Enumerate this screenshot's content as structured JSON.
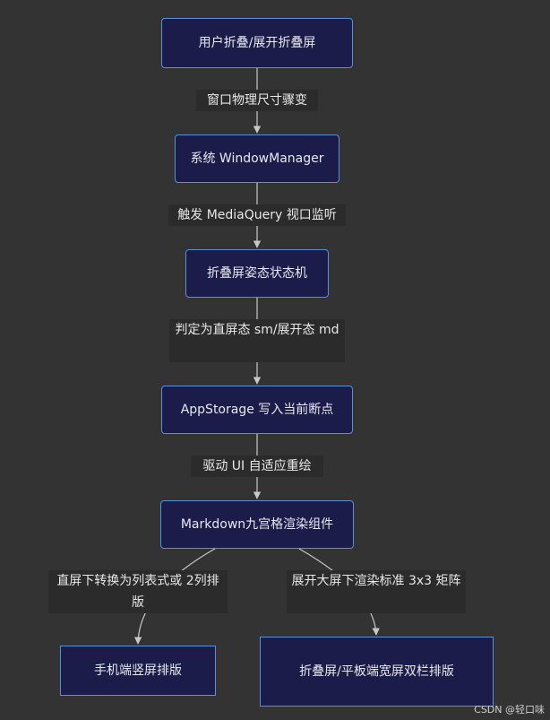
{
  "nodes": {
    "n1": "用户折叠/展开折叠屏",
    "n2": "系统 WindowManager",
    "n3": "折叠屏姿态状态机",
    "n4": "AppStorage 写入当前断点",
    "n5": "Markdown九宫格渲染组件",
    "n6": "手机端竖屏排版",
    "n7": "折叠屏/平板端宽屏双栏排版"
  },
  "edges": {
    "e1": "窗口物理尺寸骤变",
    "e2": "触发 MediaQuery 视口监听",
    "e3": "判定为直屏态 sm/展开态 md",
    "e4": "驱动 UI 自适应重绘",
    "e5": "直屏下转换为列表式或 2列排版",
    "e6": "展开大屏下渲染标准 3x3 矩阵"
  },
  "watermark": "CSDN @轻口味"
}
